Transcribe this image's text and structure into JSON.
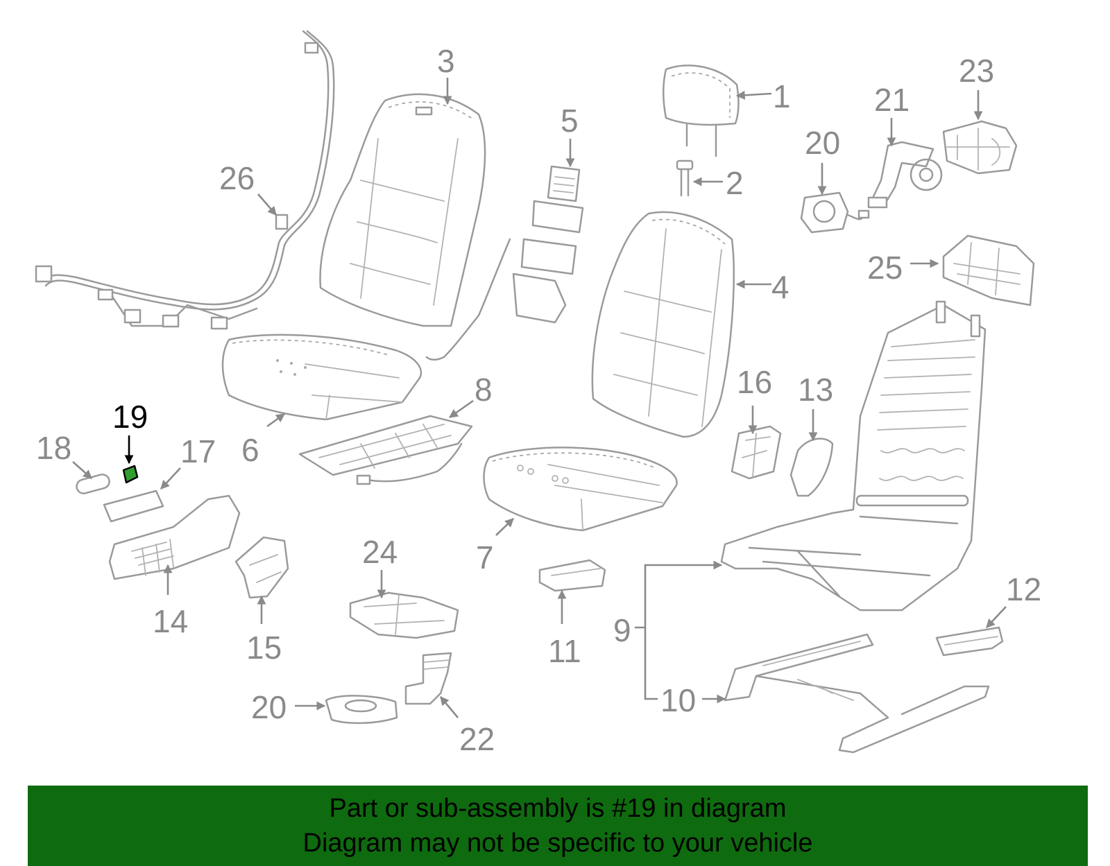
{
  "diagram": {
    "callouts": [
      "1",
      "2",
      "3",
      "4",
      "5",
      "6",
      "7",
      "8",
      "9",
      "10",
      "11",
      "12",
      "13",
      "14",
      "15",
      "16",
      "17",
      "18",
      "19",
      "20",
      "21",
      "22",
      "23",
      "24",
      "25",
      "26"
    ],
    "highlighted_callout": "19",
    "colors": {
      "line": "#9a9a9a",
      "label": "#8a8a8a",
      "highlight_part": "#2f9e2f",
      "highlight_label": "#000000"
    }
  },
  "banner": {
    "line1": "Part or sub-assembly is #19 in diagram",
    "line2": "Diagram may not be specific to your vehicle",
    "background": "#0f6b0f"
  }
}
